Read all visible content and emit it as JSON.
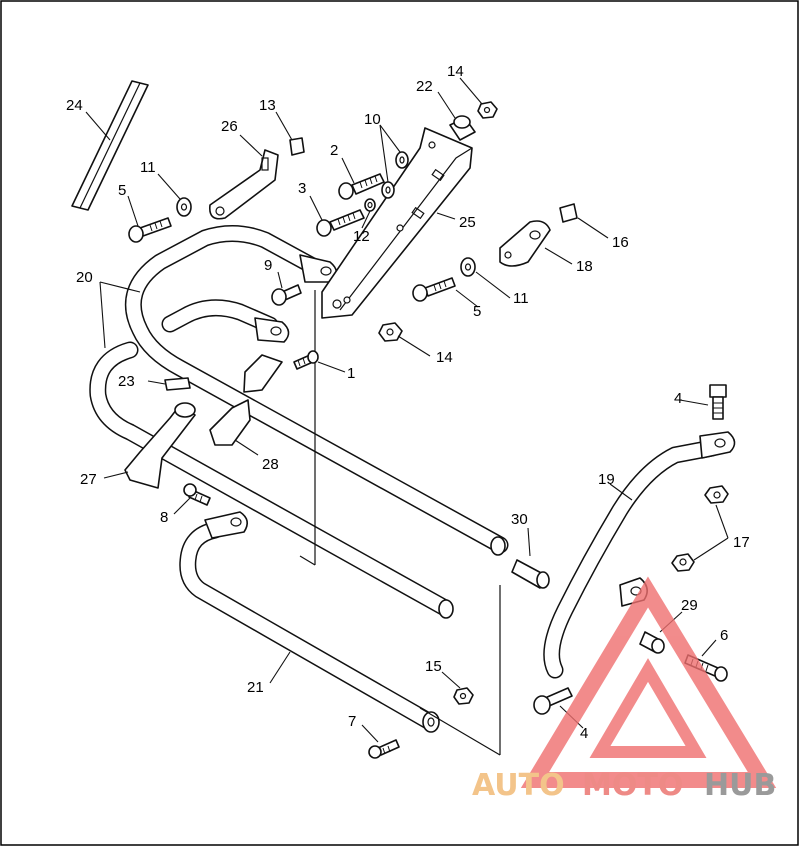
{
  "callouts": [
    {
      "id": "c1",
      "text": "1"
    },
    {
      "id": "c2",
      "text": "2"
    },
    {
      "id": "c3",
      "text": "3"
    },
    {
      "id": "c4a",
      "text": "4"
    },
    {
      "id": "c4b",
      "text": "4"
    },
    {
      "id": "c5a",
      "text": "5"
    },
    {
      "id": "c5b",
      "text": "5"
    },
    {
      "id": "c6",
      "text": "6"
    },
    {
      "id": "c7",
      "text": "7"
    },
    {
      "id": "c8",
      "text": "8"
    },
    {
      "id": "c9",
      "text": "9"
    },
    {
      "id": "c10",
      "text": "10"
    },
    {
      "id": "c11a",
      "text": "11"
    },
    {
      "id": "c11b",
      "text": "11"
    },
    {
      "id": "c12",
      "text": "12"
    },
    {
      "id": "c13",
      "text": "13"
    },
    {
      "id": "c14a",
      "text": "14"
    },
    {
      "id": "c14b",
      "text": "14"
    },
    {
      "id": "c15",
      "text": "15"
    },
    {
      "id": "c16",
      "text": "16"
    },
    {
      "id": "c17",
      "text": "17"
    },
    {
      "id": "c18",
      "text": "18"
    },
    {
      "id": "c19",
      "text": "19"
    },
    {
      "id": "c20",
      "text": "20"
    },
    {
      "id": "c21",
      "text": "21"
    },
    {
      "id": "c22",
      "text": "22"
    },
    {
      "id": "c23",
      "text": "23"
    },
    {
      "id": "c24",
      "text": "24"
    },
    {
      "id": "c25",
      "text": "25"
    },
    {
      "id": "c26",
      "text": "26"
    },
    {
      "id": "c27",
      "text": "27"
    },
    {
      "id": "c28",
      "text": "28"
    },
    {
      "id": "c29",
      "text": "29"
    },
    {
      "id": "c30",
      "text": "30"
    }
  ],
  "watermark": {
    "part1": "AUTO",
    "part2": "MOTO",
    "part3": "HUB",
    "color_auto": "#f3c48a",
    "color_moto": "#ee8a86",
    "color_hub": "#9a9a9a",
    "triangle_color": "#ef6f6f"
  }
}
